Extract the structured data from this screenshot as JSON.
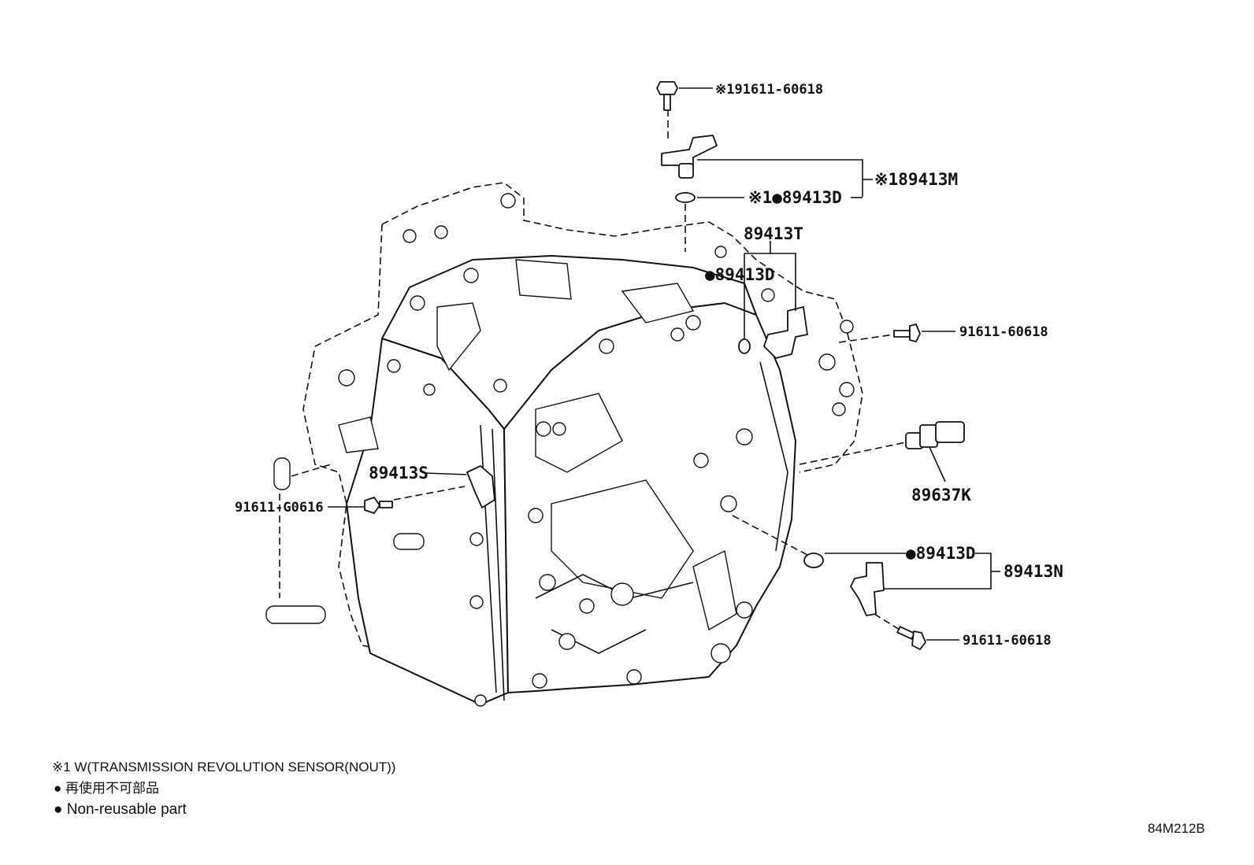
{
  "diagram_code": "84M212B",
  "labels": {
    "bolt_top": "※191611-60618",
    "sensor_m": "※189413M",
    "oring_top": "※1●89413D",
    "sensor_t": "89413T",
    "oring_t": "●89413D",
    "bolt_right_upper": "91611-60618",
    "sensor_k": "89637K",
    "sensor_s": "89413S",
    "bolt_left": "91611-G0616",
    "oring_n": "●89413D",
    "sensor_n": "89413N",
    "bolt_right_lower": "91611-60618"
  },
  "legend": {
    "note1": "※1 W(TRANSMISSION REVOLUTION SENSOR(NOUT))",
    "note_jp": "● 再使用不可部品",
    "note_en": "● Non-reusable part"
  },
  "colors": {
    "line": "#111111",
    "background": "#ffffff"
  }
}
